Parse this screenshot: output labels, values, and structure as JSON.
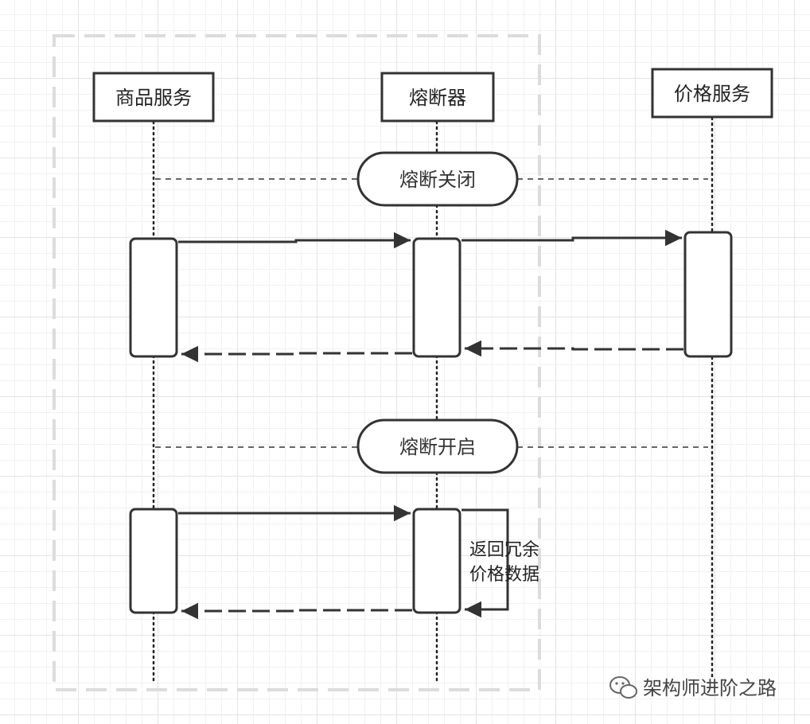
{
  "participants": [
    {
      "name": "商品服务"
    },
    {
      "name": "熔断器"
    },
    {
      "name": "价格服务"
    }
  ],
  "states": {
    "closed": "熔断关闭",
    "open": "熔断开启"
  },
  "self_note": {
    "line1": "返回冗余",
    "line2": "价格数据"
  },
  "watermark": {
    "icon": "wechat-icon",
    "text": "架构师进阶之路"
  },
  "colors": {
    "stroke": "#333333",
    "frame": "#dcdcdc",
    "grid": "#e4e4e4"
  }
}
